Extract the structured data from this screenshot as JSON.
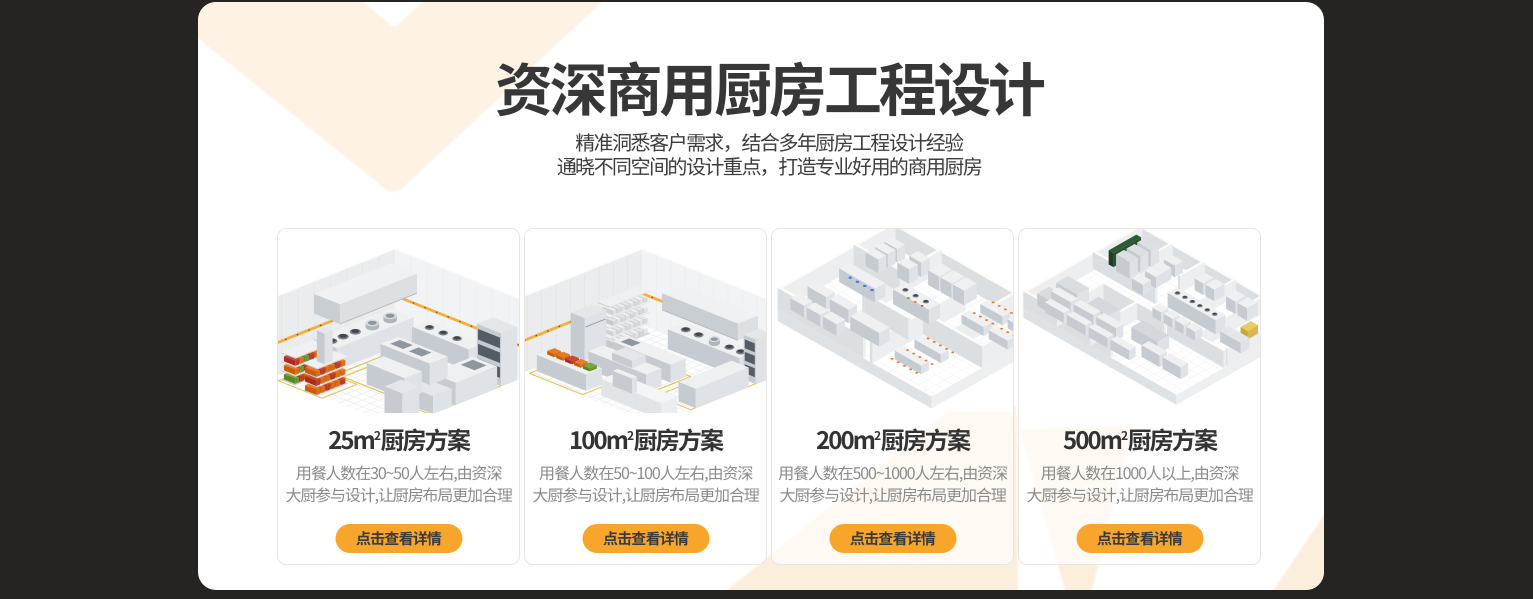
{
  "page": {
    "background_color": "#262323",
    "panel_color": "#ffffff",
    "accent_orange": "#F7A62B",
    "decor_cream": "#FCEFDE"
  },
  "header": {
    "title": "资深商用厨房工程设计",
    "subtitle_line1": "精准洞悉客户需求，结合多年厨房工程设计经验",
    "subtitle_line2": "通晓不同空间的设计重点，打造专业好用的商用厨房"
  },
  "cards": [
    {
      "area": "25m",
      "area_sup": "2",
      "title_suffix": "厨房方案",
      "desc_line1": "用餐人数在30~50人左右,由资深",
      "desc_line2": "大厨参与设计,让厨房布局更加合理",
      "button_label": "点击查看详情",
      "image_variant": "room-25"
    },
    {
      "area": "100m",
      "area_sup": "2",
      "title_suffix": "厨房方案",
      "desc_line1": "用餐人数在50~100人左右,由资深",
      "desc_line2": "大厨参与设计,让厨房布局更加合理",
      "button_label": "点击查看详情",
      "image_variant": "room-100"
    },
    {
      "area": "200m",
      "area_sup": "2",
      "title_suffix": "厨房方案",
      "desc_line1": "用餐人数在500~1000人左右,由资深",
      "desc_line2": "大厨参与设计,让厨房布局更加合理",
      "button_label": "点击查看详情",
      "image_variant": "plan-200"
    },
    {
      "area": "500m",
      "area_sup": "2",
      "title_suffix": "厨房方案",
      "desc_line1": "用餐人数在1000人以上,由资深",
      "desc_line2": "大厨参与设计,让厨房布局更加合理",
      "button_label": "点击查看详情",
      "image_variant": "plan-500"
    }
  ]
}
